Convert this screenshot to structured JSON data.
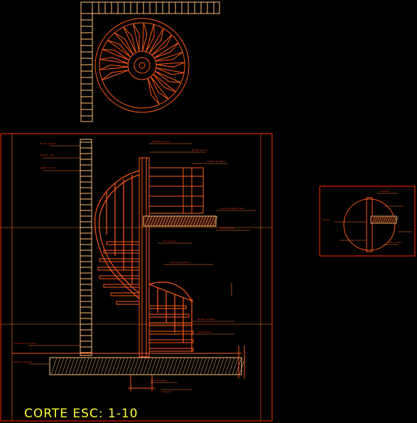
{
  "drawing": {
    "title": "CORTE ESC: 1-10"
  },
  "colors": {
    "background": "#000000",
    "frame": "#ff2a00",
    "structure": "#ff5a1a",
    "guides": "#ff7a2a",
    "text": "#ff3b1f",
    "title": "#ffff33",
    "brick": "#ffbf7a"
  },
  "annotations": {
    "left_wall": [
      "Muro de ladrillo",
      "Hormigon visto",
      "Acabado de muro"
    ],
    "top_notes": [
      "Pasamanos de acero",
      "Baranda metalica",
      "Peldaño de madera"
    ],
    "landing_notes": [
      "Losa de hormigon armado",
      "Viga de borde"
    ],
    "mid_notes": [
      "Tubo de acero",
      "Estructura metalica"
    ],
    "lower_notes": [
      "Peldaño de madera",
      "Zanca metalica"
    ],
    "foundation_notes": [
      "Contrapiso de hormigon",
      "Relleno compactado"
    ],
    "bottom_notes": [
      "Base de hormigon",
      "Fundacion"
    ],
    "detail_notes": [
      "Anclaje",
      "Soldadura",
      "Placa de acero"
    ]
  }
}
